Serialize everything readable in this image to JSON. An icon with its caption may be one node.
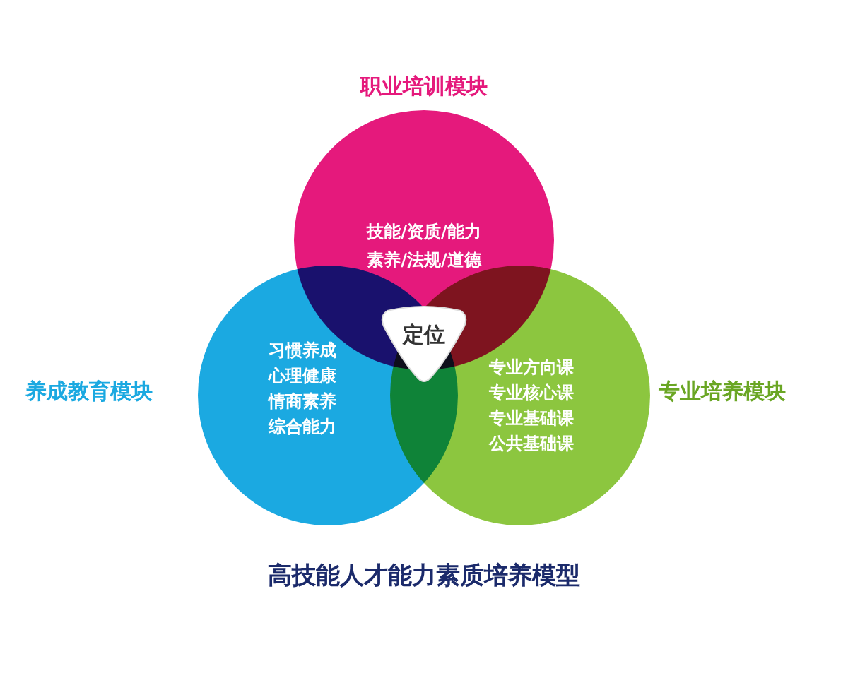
{
  "diagram": {
    "caption": "高技能人才能力素质培养模型",
    "nodes": [
      {
        "text": [
          "职业培训模块",
          "技能/资质/能力",
          "素养/法规/道德"
        ]
      },
      {
        "text": [
          "养成教育模块",
          "习惯养成",
          "心理健康",
          "情商素养",
          "综合能力"
        ]
      },
      {
        "text": [
          "专业培养模块",
          "专业方向课",
          "专业核心课",
          "专业基础课",
          "公共基础课"
        ]
      },
      {
        "text": [
          "定位"
        ]
      }
    ]
  }
}
